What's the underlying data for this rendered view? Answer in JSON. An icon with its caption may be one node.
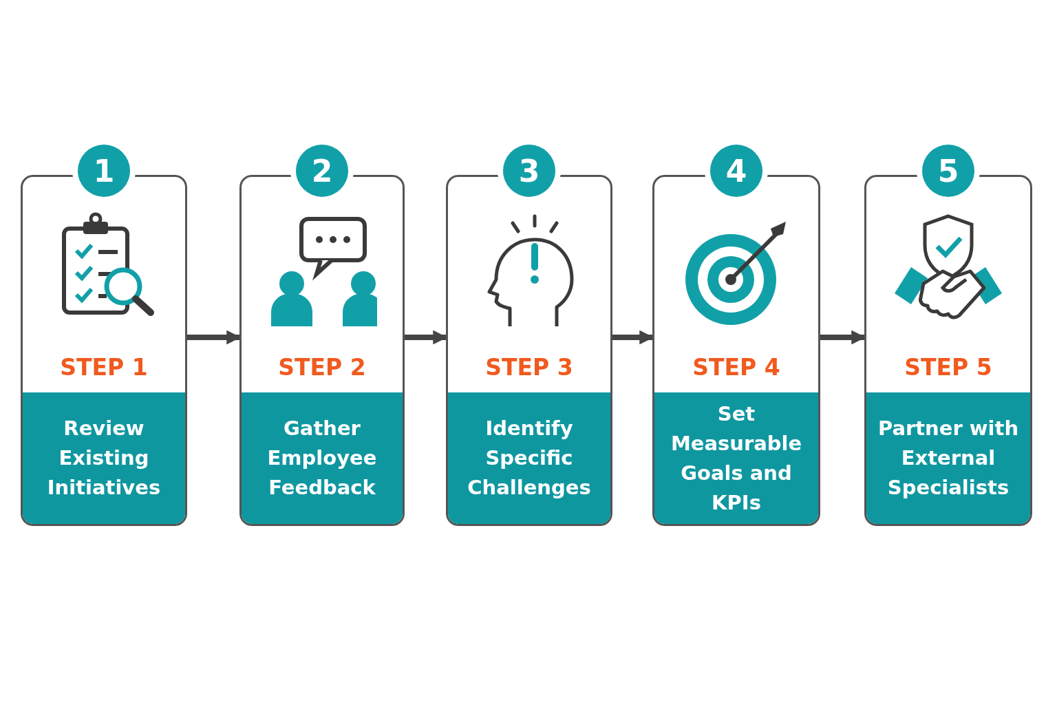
{
  "diagram": {
    "nodes": [
      {
        "text": [
          "1",
          "STEP 1",
          "Review Existing Initiatives"
        ]
      },
      {
        "text": [
          "2",
          "STEP 2",
          "Gather Employee Feedback"
        ]
      },
      {
        "text": [
          "3",
          "STEP 3",
          "Identify Specific Challenges"
        ]
      },
      {
        "text": [
          "4",
          "STEP 4",
          "Set Measurable Goals and KPIs"
        ]
      },
      {
        "text": [
          "5",
          "STEP 5",
          "Partner with External Specialists"
        ]
      }
    ],
    "edges": [
      {
        "from": 0,
        "to": 1,
        "arrow": "to"
      },
      {
        "from": 1,
        "to": 2,
        "arrow": "to"
      },
      {
        "from": 2,
        "to": 3,
        "arrow": "to"
      },
      {
        "from": 3,
        "to": 4,
        "arrow": "to"
      }
    ]
  }
}
